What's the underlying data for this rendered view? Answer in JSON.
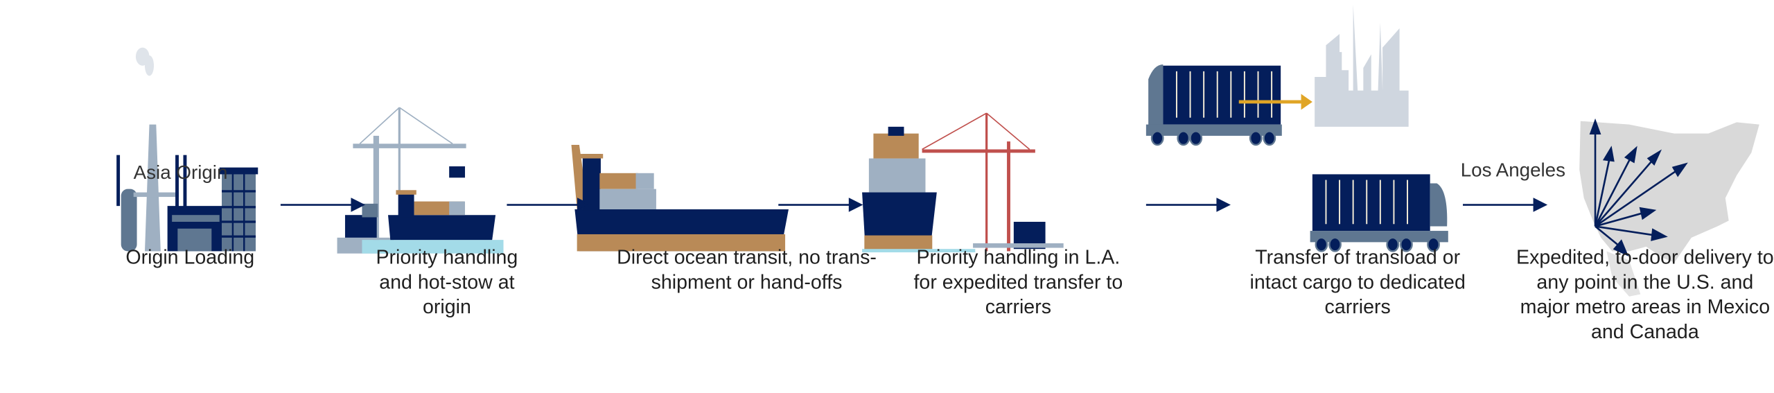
{
  "labels": {
    "origin": "Asia Origin",
    "destination": "Los Angeles"
  },
  "steps": [
    {
      "caption": "Origin Loading",
      "icon": "factory-icon"
    },
    {
      "caption": "Priority handling and hot-stow at origin",
      "icon": "port-crane-ship-icon"
    },
    {
      "caption": "Direct ocean transit, no trans-shipment or hand-offs",
      "icon": "container-ship-icon"
    },
    {
      "caption": "Priority handling in L.A. for expedited transfer to carriers",
      "icon": "ship-crane-icon"
    },
    {
      "caption": "Transfer of transload or intact cargo to dedicated carriers",
      "icon": "trucks-city-icon"
    },
    {
      "caption": "Expedited, to-door delivery to any point in the U.S. and major metro areas in Mexico and Canada",
      "icon": "us-map-arrows-icon"
    }
  ],
  "colors": {
    "navy": "#041e5b",
    "slate": "#5f7791",
    "tan": "#b98a57",
    "crane_red": "#c0504d",
    "light_gray": "#cfd6df",
    "gold": "#e0a526"
  }
}
